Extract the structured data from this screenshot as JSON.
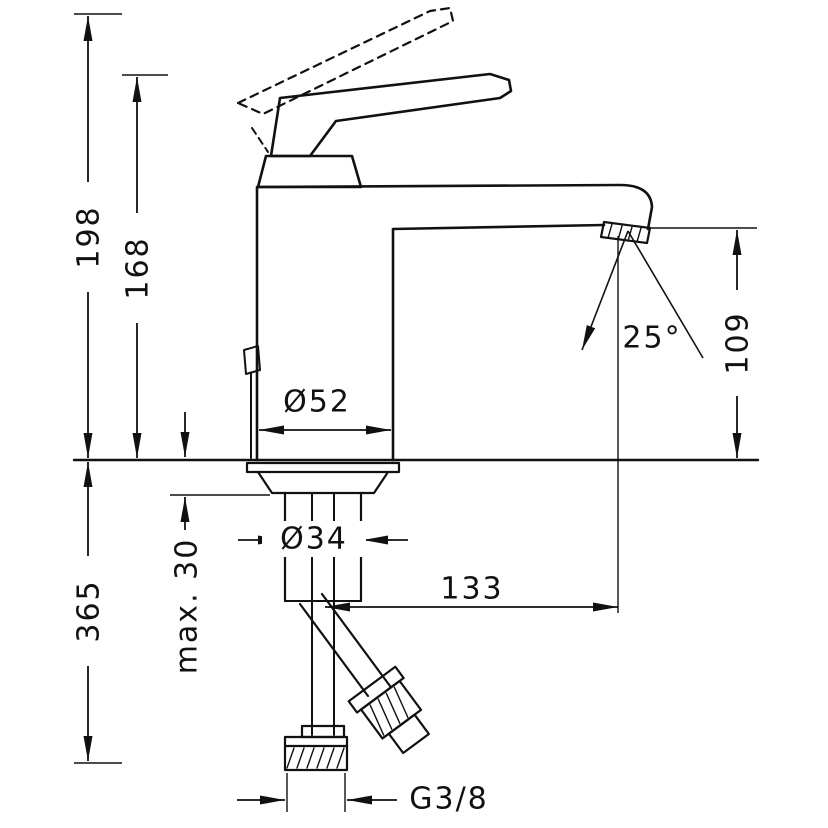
{
  "colors": {
    "line": "#111111",
    "background": "#ffffff"
  },
  "dims": {
    "total_height": "198",
    "spout_top_height": "168",
    "install_depth": "365",
    "max_counter_thickness": "max. 30",
    "base_diameter": "Ø52",
    "hole_diameter": "Ø34",
    "spout_reach": "133",
    "outlet_height": "109",
    "outlet_angle": "25°",
    "connection_thread": "G3/8"
  }
}
